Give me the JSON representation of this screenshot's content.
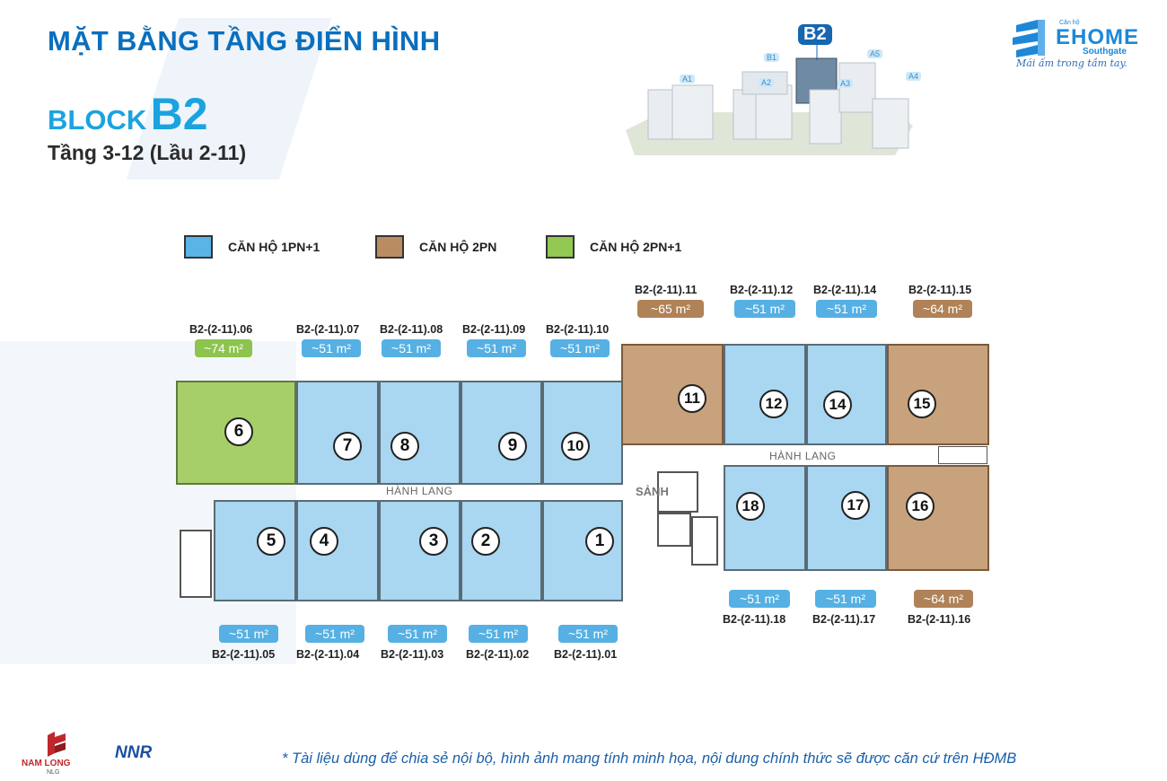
{
  "header": {
    "title": "MẶT BẰNG TẦNG ĐIỂN HÌNH",
    "block_prefix": "BLOCK",
    "block_name": "B2",
    "floors": "Tầng 3-12 (Lầu 2-11)"
  },
  "brand": {
    "logo_tiny": "Căn hộ",
    "logo_name": "EHOME",
    "logo_sub": "Southgate",
    "slogan": "Mái ấm trong tầm tay.",
    "partner_1": "NAM LONG",
    "partner_1_sub": "NLG",
    "partner_2": "NNR"
  },
  "site_map": {
    "highlight": "B2",
    "blocks": [
      "A1",
      "B1",
      "A2",
      "A3",
      "A5",
      "A4"
    ]
  },
  "legend": [
    {
      "label": "CĂN HỘ 1PN+1",
      "color": "#5bb4e6"
    },
    {
      "label": "CĂN HỘ 2PN",
      "color": "#b98c62"
    },
    {
      "label": "CĂN HỘ 2PN+1",
      "color": "#93c852"
    }
  ],
  "colors": {
    "blue_badge": "#56b0e3",
    "brown_badge": "#b08257",
    "green_badge": "#8cc44d",
    "title_blue": "#0a6fbd"
  },
  "floorplan": {
    "corridor_left": "HÀNH LANG",
    "corridor_right": "HÀNH LANG",
    "lobby": "SẢNH",
    "units": [
      {
        "no": "1",
        "code": "B2-(2-11).01",
        "area": "~51 m²",
        "type": "1PN+1"
      },
      {
        "no": "2",
        "code": "B2-(2-11).02",
        "area": "~51 m²",
        "type": "1PN+1"
      },
      {
        "no": "3",
        "code": "B2-(2-11).03",
        "area": "~51 m²",
        "type": "1PN+1"
      },
      {
        "no": "4",
        "code": "B2-(2-11).04",
        "area": "~51 m²",
        "type": "1PN+1"
      },
      {
        "no": "5",
        "code": "B2-(2-11).05",
        "area": "~51 m²",
        "type": "1PN+1"
      },
      {
        "no": "6",
        "code": "B2-(2-11).06",
        "area": "~74 m²",
        "type": "2PN+1"
      },
      {
        "no": "7",
        "code": "B2-(2-11).07",
        "area": "~51 m²",
        "type": "1PN+1"
      },
      {
        "no": "8",
        "code": "B2-(2-11).08",
        "area": "~51 m²",
        "type": "1PN+1"
      },
      {
        "no": "9",
        "code": "B2-(2-11).09",
        "area": "~51 m²",
        "type": "1PN+1"
      },
      {
        "no": "10",
        "code": "B2-(2-11).10",
        "area": "~51 m²",
        "type": "1PN+1"
      },
      {
        "no": "11",
        "code": "B2-(2-11).11",
        "area": "~65 m²",
        "type": "2PN"
      },
      {
        "no": "12",
        "code": "B2-(2-11).12",
        "area": "~51 m²",
        "type": "1PN+1"
      },
      {
        "no": "14",
        "code": "B2-(2-11).14",
        "area": "~51 m²",
        "type": "1PN+1"
      },
      {
        "no": "15",
        "code": "B2-(2-11).15",
        "area": "~64 m²",
        "type": "2PN"
      },
      {
        "no": "16",
        "code": "B2-(2-11).16",
        "area": "~64 m²",
        "type": "2PN"
      },
      {
        "no": "17",
        "code": "B2-(2-11).17",
        "area": "~51 m²",
        "type": "1PN+1"
      },
      {
        "no": "18",
        "code": "B2-(2-11).18",
        "area": "~51 m²",
        "type": "1PN+1"
      }
    ]
  },
  "footer": {
    "disclaimer": "* Tài liệu dùng để chia sẻ nội bộ, hình ảnh mang tính minh họa, nội dung chính thức sẽ được căn cứ trên HĐMB"
  }
}
